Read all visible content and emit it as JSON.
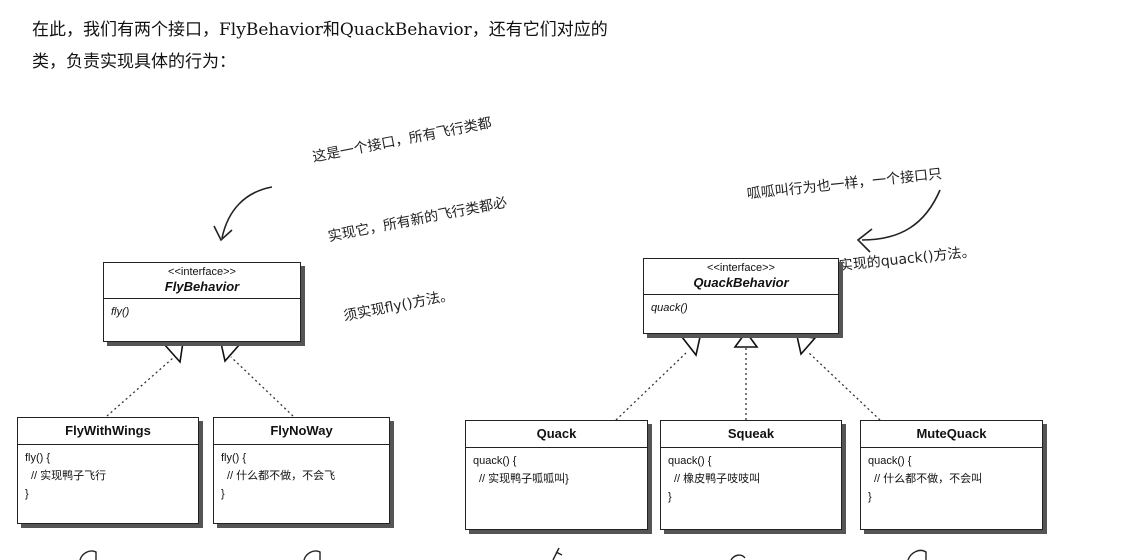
{
  "intro": {
    "line1": "在此，我们有两个接口，FlyBehavior和QuackBehavior，还有它们对应的",
    "line2": "类，负责实现具体的行为："
  },
  "notes": {
    "fly_note": {
      "line1": "这是一个接口，所有飞行类都",
      "line2": "实现它，所有新的飞行类都必",
      "line3": "须实现fly()方法。"
    },
    "quack_note": {
      "line1": "呱呱叫行为也一样，一个接口只",
      "line2": "包含一个需要实现的quack()方法。"
    }
  },
  "interfaces": {
    "fly": {
      "stereotype": "<<interface>>",
      "name": "FlyBehavior",
      "method": "fly()"
    },
    "quack": {
      "stereotype": "<<interface>>",
      "name": "QuackBehavior",
      "method": "quack()"
    }
  },
  "classes": {
    "fly_with_wings": {
      "name": "FlyWithWings",
      "line1": "fly() {",
      "line2": "// 实现鸭子飞行",
      "line3": "}"
    },
    "fly_no_way": {
      "name": "FlyNoWay",
      "line1": "fly() {",
      "line2": "// 什么都不做，不会飞",
      "line3": "}"
    },
    "quack": {
      "name": "Quack",
      "line1": "quack() {",
      "line2": "// 实现鸭子呱呱叫}"
    },
    "squeak": {
      "name": "Squeak",
      "line1": "quack() {",
      "line2": "// 橡皮鸭子吱吱叫",
      "line3": "}"
    },
    "mute_quack": {
      "name": "MuteQuack",
      "line1": "quack() {",
      "line2": "// 什么都不做，不会叫",
      "line3": "}"
    }
  }
}
